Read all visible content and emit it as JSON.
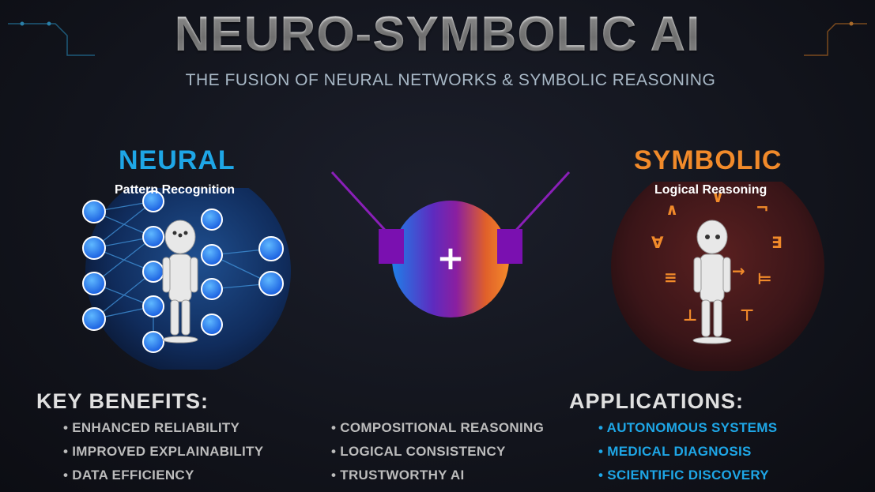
{
  "header": {
    "title": "NEURO-SYMBOLIC AI",
    "subtitle": "THE FUSION OF NEURAL NETWORKS & SYMBOLIC REASONING"
  },
  "neural": {
    "title": "NEURAL",
    "subtitle": "Pattern Recognition",
    "color": "#1ea6e6"
  },
  "symbolic": {
    "title": "SYMBOLIC",
    "subtitle": "Logical Reasoning",
    "color": "#f18a2a",
    "symbols": [
      "∧",
      "∨",
      "¬",
      "∀",
      "∃",
      "≡",
      "→",
      "⊨",
      "⊥",
      "⊤"
    ]
  },
  "fusion": {
    "plus_symbol": "+"
  },
  "benefits": {
    "title": "KEY BENEFITS:",
    "items": [
      "• ENHANCED RELIABILITY",
      "• IMPROVED EXPLAINABILITY",
      "• DATA EFFICIENCY",
      "• COMPOSITIONAL REASONING",
      "• LOGICAL CONSISTENCY",
      "• TRUSTWORTHY AI"
    ]
  },
  "applications": {
    "title": "APPLICATIONS:",
    "items": [
      "• AUTONOMOUS SYSTEMS",
      "• MEDICAL DIAGNOSIS",
      "• SCIENTIFIC DISCOVERY"
    ]
  }
}
